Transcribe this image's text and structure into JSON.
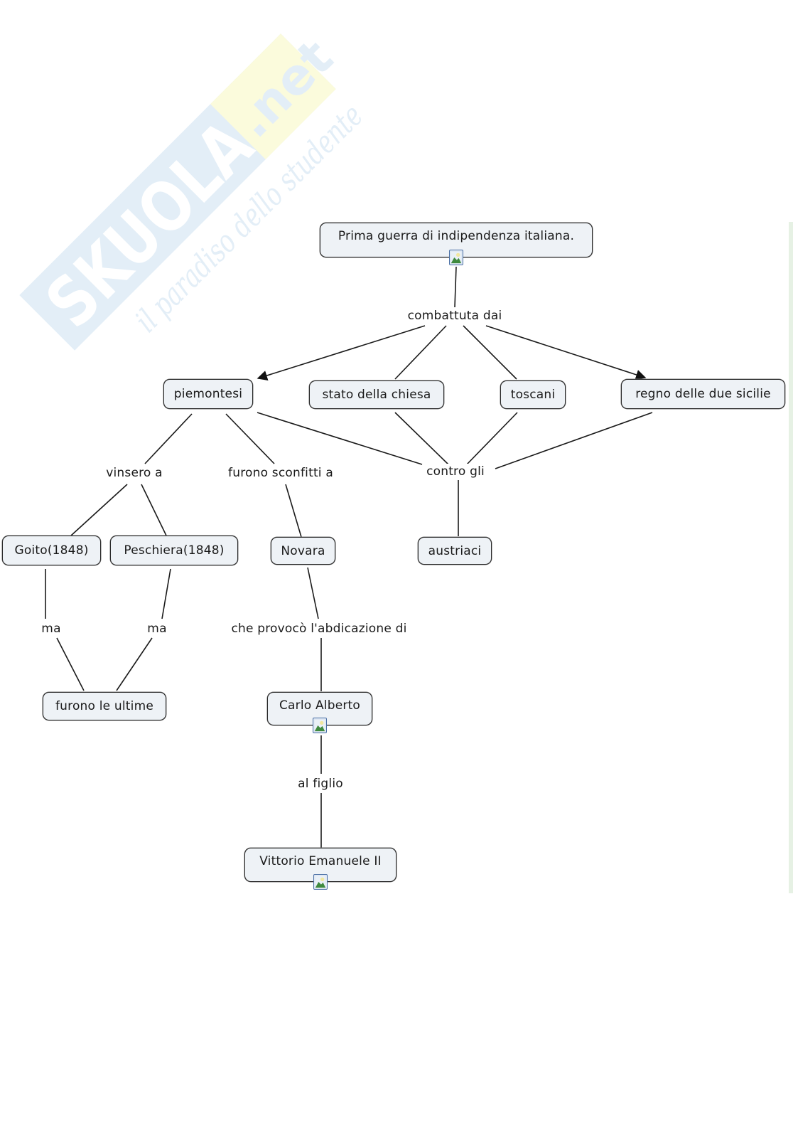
{
  "watermark": {
    "brand": "SKUOLA",
    "brand_suffix": ".net",
    "tagline": "il paradiso dello studente",
    "colors": {
      "brand": "#dcebf5",
      "suffix_bg": "#fdfde0",
      "tagline": "#dcebf5"
    }
  },
  "concept_map": {
    "title": "Prima guerra di indipendenza italiana.",
    "concepts": {
      "root": "Prima guerra di indipendenza italiana.",
      "piemontesi": "piemontesi",
      "stato_chiesa": "stato della chiesa",
      "toscani": "toscani",
      "regno_sicilie": "regno delle due sicilie",
      "goito": "Goito(1848)",
      "peschiera": "Peschiera(1848)",
      "novara": "Novara",
      "austriaci": "austriaci",
      "ultime": "furono le ultime",
      "carlo_alberto": "Carlo Alberto",
      "vittorio": "Vittorio Emanuele II"
    },
    "linking_phrases": {
      "combattuta": "combattuta dai",
      "vinsero": "vinsero a",
      "sconfitti": "furono sconfitti a",
      "contro": "contro gli",
      "ma_left": "ma",
      "ma_right": "ma",
      "abdicazione": "che provocò l'abdicazione di",
      "figlio": "al figlio"
    },
    "nodes_with_image_icon": [
      "root",
      "carlo_alberto",
      "vittorio"
    ],
    "connections": [
      {
        "from": "root",
        "to": "combattuta",
        "arrow": false
      },
      {
        "from": "combattuta",
        "to": "piemontesi",
        "arrow": true
      },
      {
        "from": "combattuta",
        "to": "stato_chiesa",
        "arrow": false
      },
      {
        "from": "combattuta",
        "to": "toscani",
        "arrow": false
      },
      {
        "from": "combattuta",
        "to": "regno_sicilie",
        "arrow": true
      },
      {
        "from": "piemontesi",
        "to": "vinsero",
        "arrow": false
      },
      {
        "from": "piemontesi",
        "to": "sconfitti",
        "arrow": false
      },
      {
        "from": "piemontesi",
        "to": "contro",
        "arrow": false
      },
      {
        "from": "stato_chiesa",
        "to": "contro",
        "arrow": false
      },
      {
        "from": "toscani",
        "to": "contro",
        "arrow": false
      },
      {
        "from": "regno_sicilie",
        "to": "contro",
        "arrow": false
      },
      {
        "from": "contro",
        "to": "austriaci",
        "arrow": false
      },
      {
        "from": "vinsero",
        "to": "goito",
        "arrow": false
      },
      {
        "from": "vinsero",
        "to": "peschiera",
        "arrow": false
      },
      {
        "from": "sconfitti",
        "to": "novara",
        "arrow": false
      },
      {
        "from": "goito",
        "to": "ma_left",
        "arrow": false
      },
      {
        "from": "peschiera",
        "to": "ma_right",
        "arrow": false
      },
      {
        "from": "ma_left",
        "to": "ultime",
        "arrow": false
      },
      {
        "from": "ma_right",
        "to": "ultime",
        "arrow": false
      },
      {
        "from": "novara",
        "to": "abdicazione",
        "arrow": false
      },
      {
        "from": "abdicazione",
        "to": "carlo_alberto",
        "arrow": false
      },
      {
        "from": "carlo_alberto",
        "to": "figlio",
        "arrow": false
      },
      {
        "from": "figlio",
        "to": "vittorio",
        "arrow": false
      }
    ],
    "colors": {
      "node_fill": "#eef2f6",
      "node_border": "#2a2a2a",
      "line": "#1a1a1a",
      "icon_border": "#4a6fa5"
    }
  }
}
